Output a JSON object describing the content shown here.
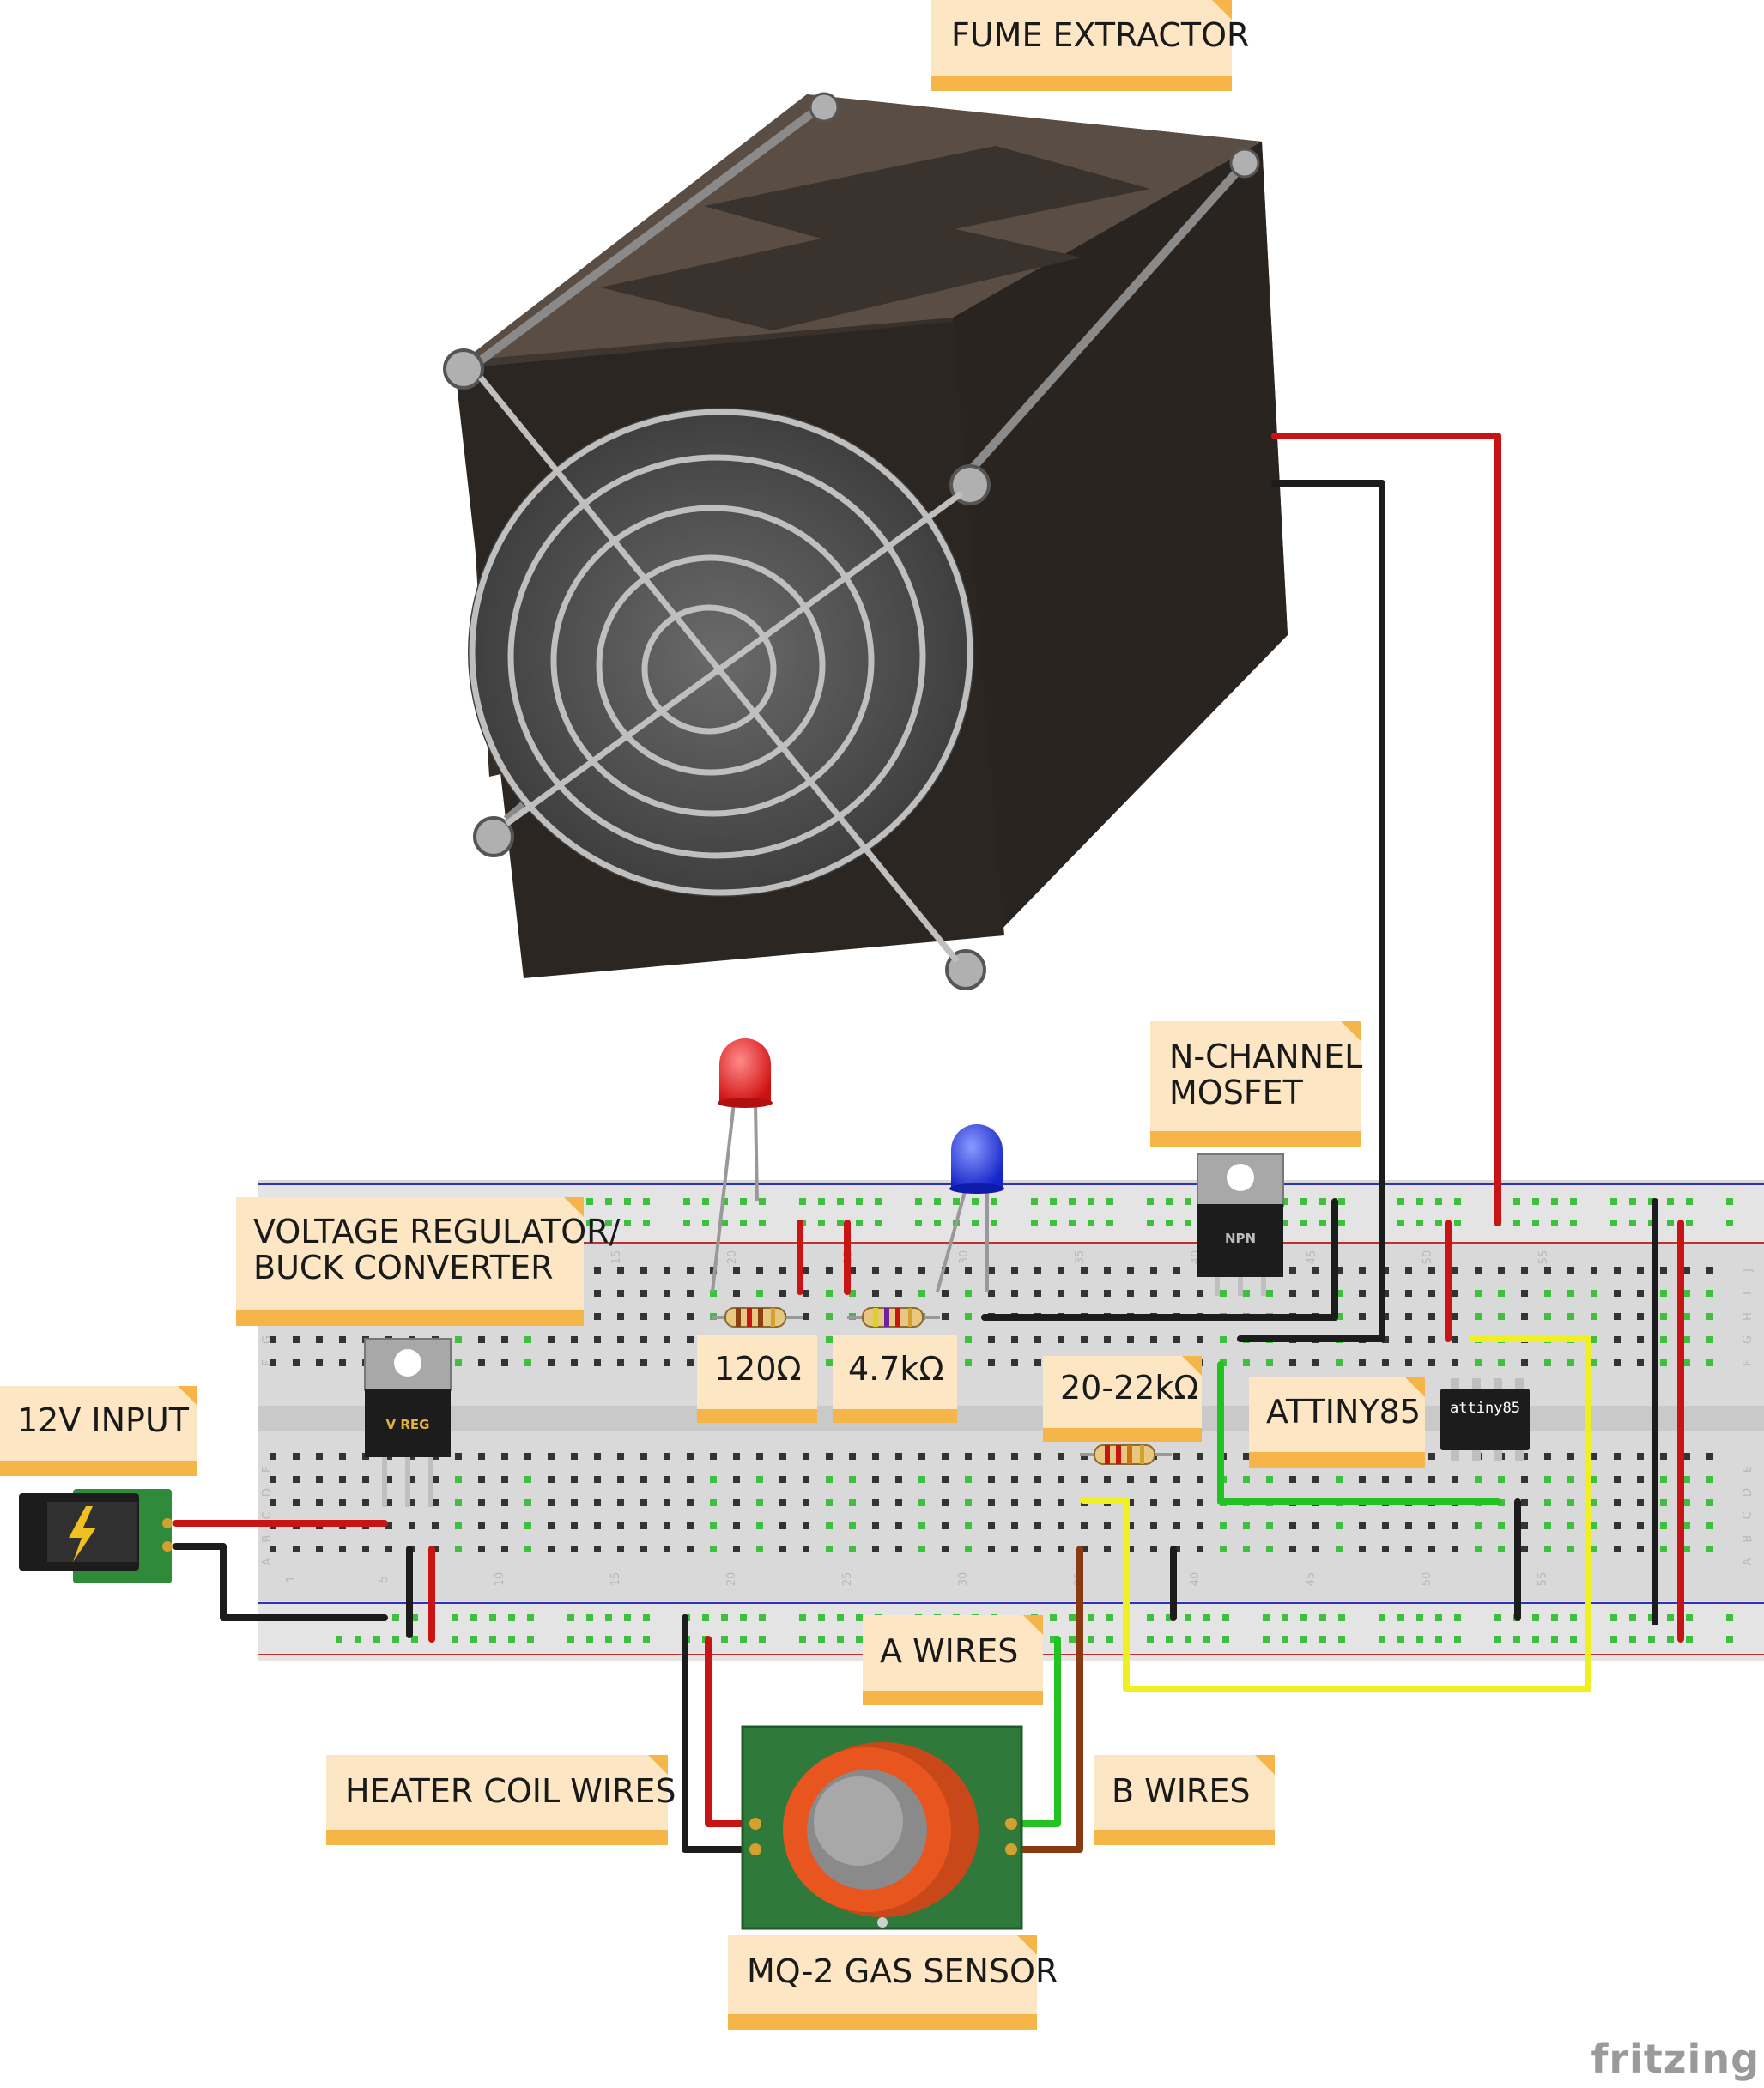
{
  "labels": {
    "fume_extractor": "FUME EXTRACTOR",
    "mosfet_line1": "N-CHANNEL",
    "mosfet_line2": "MOSFET",
    "vreg_line1": "VOLTAGE REGULATOR/",
    "vreg_line2": "BUCK CONVERTER",
    "input_12v": "12V INPUT",
    "r120": "120Ω",
    "r47k": "4.7kΩ",
    "r22k": "20-22kΩ",
    "attiny": "ATTINY85",
    "a_wires": "A WIRES",
    "b_wires": "B WIRES",
    "heater": "HEATER COIL WIRES",
    "mq2": "MQ-2 GAS SENSOR"
  },
  "components": {
    "vreg_mark": "V REG",
    "npn_mark": "NPN",
    "attiny_mark": "attiny85"
  },
  "breadboard_ticks": {
    "top": [
      "15",
      "20",
      "25",
      "30",
      "35",
      "40",
      "45",
      "50",
      "55"
    ],
    "bottom": [
      "1",
      "5",
      "10",
      "15",
      "20",
      "25",
      "30",
      "35",
      "40",
      "45",
      "50",
      "55"
    ],
    "rows_top": [
      "J",
      "I",
      "H",
      "G",
      "F"
    ],
    "rows_bottom": [
      "E",
      "D",
      "C",
      "B",
      "A"
    ]
  },
  "brand": "fritzing",
  "colors": {
    "note_bg": "#fde6c4",
    "note_band": "#f5b548",
    "wire_red": "#c81414",
    "wire_black": "#1c1c1c",
    "wire_green": "#22c222",
    "wire_yellow": "#f0f020",
    "wire_brown": "#8a3a10",
    "led_red": "#e81e1e",
    "led_blue": "#1e32e8",
    "pcb_green": "#2f7a3a",
    "sensor_orange": "#e8551e"
  }
}
